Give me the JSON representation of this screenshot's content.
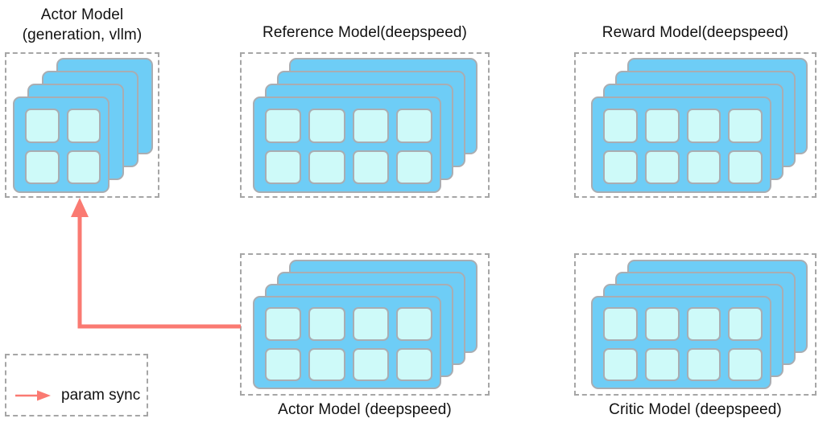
{
  "diagram": {
    "title_text": "",
    "background_color": "#ffffff",
    "card_color": "#6ecdf6",
    "cell_color": "#cefaf9",
    "border_color": "#a9adb2",
    "dashed_border_color": "#a6a6a6",
    "arrow_color": "#fa7a72",
    "label_color": "#111111"
  },
  "groups": [
    {
      "id": "actor-vllm",
      "label": "Actor Model\n(generation, vllm)",
      "label_position": "above",
      "cards": 4,
      "grid_cols": 2,
      "grid_rows": 2,
      "cells": 4
    },
    {
      "id": "reference",
      "label": "Reference Model(deepspeed)",
      "label_position": "above",
      "cards": 4,
      "grid_cols": 4,
      "grid_rows": 2,
      "cells": 8
    },
    {
      "id": "reward",
      "label": "Reward Model(deepspeed)",
      "label_position": "above",
      "cards": 4,
      "grid_cols": 4,
      "grid_rows": 2,
      "cells": 8
    },
    {
      "id": "actor-deepspeed",
      "label": "Actor Model (deepspeed)",
      "label_position": "below",
      "cards": 4,
      "grid_cols": 4,
      "grid_rows": 2,
      "cells": 8
    },
    {
      "id": "critic",
      "label": "Critic Model (deepspeed)",
      "label_position": "below",
      "cards": 4,
      "grid_cols": 4,
      "grid_rows": 2,
      "cells": 8
    }
  ],
  "connector": {
    "id": "param-sync-arrow",
    "from": "actor-deepspeed",
    "to": "actor-vllm",
    "color": "#fa7a72",
    "label": ""
  },
  "legend": {
    "items": [
      {
        "icon": "arrow-right-icon",
        "label": "param sync",
        "color": "#fa7a72"
      }
    ]
  }
}
